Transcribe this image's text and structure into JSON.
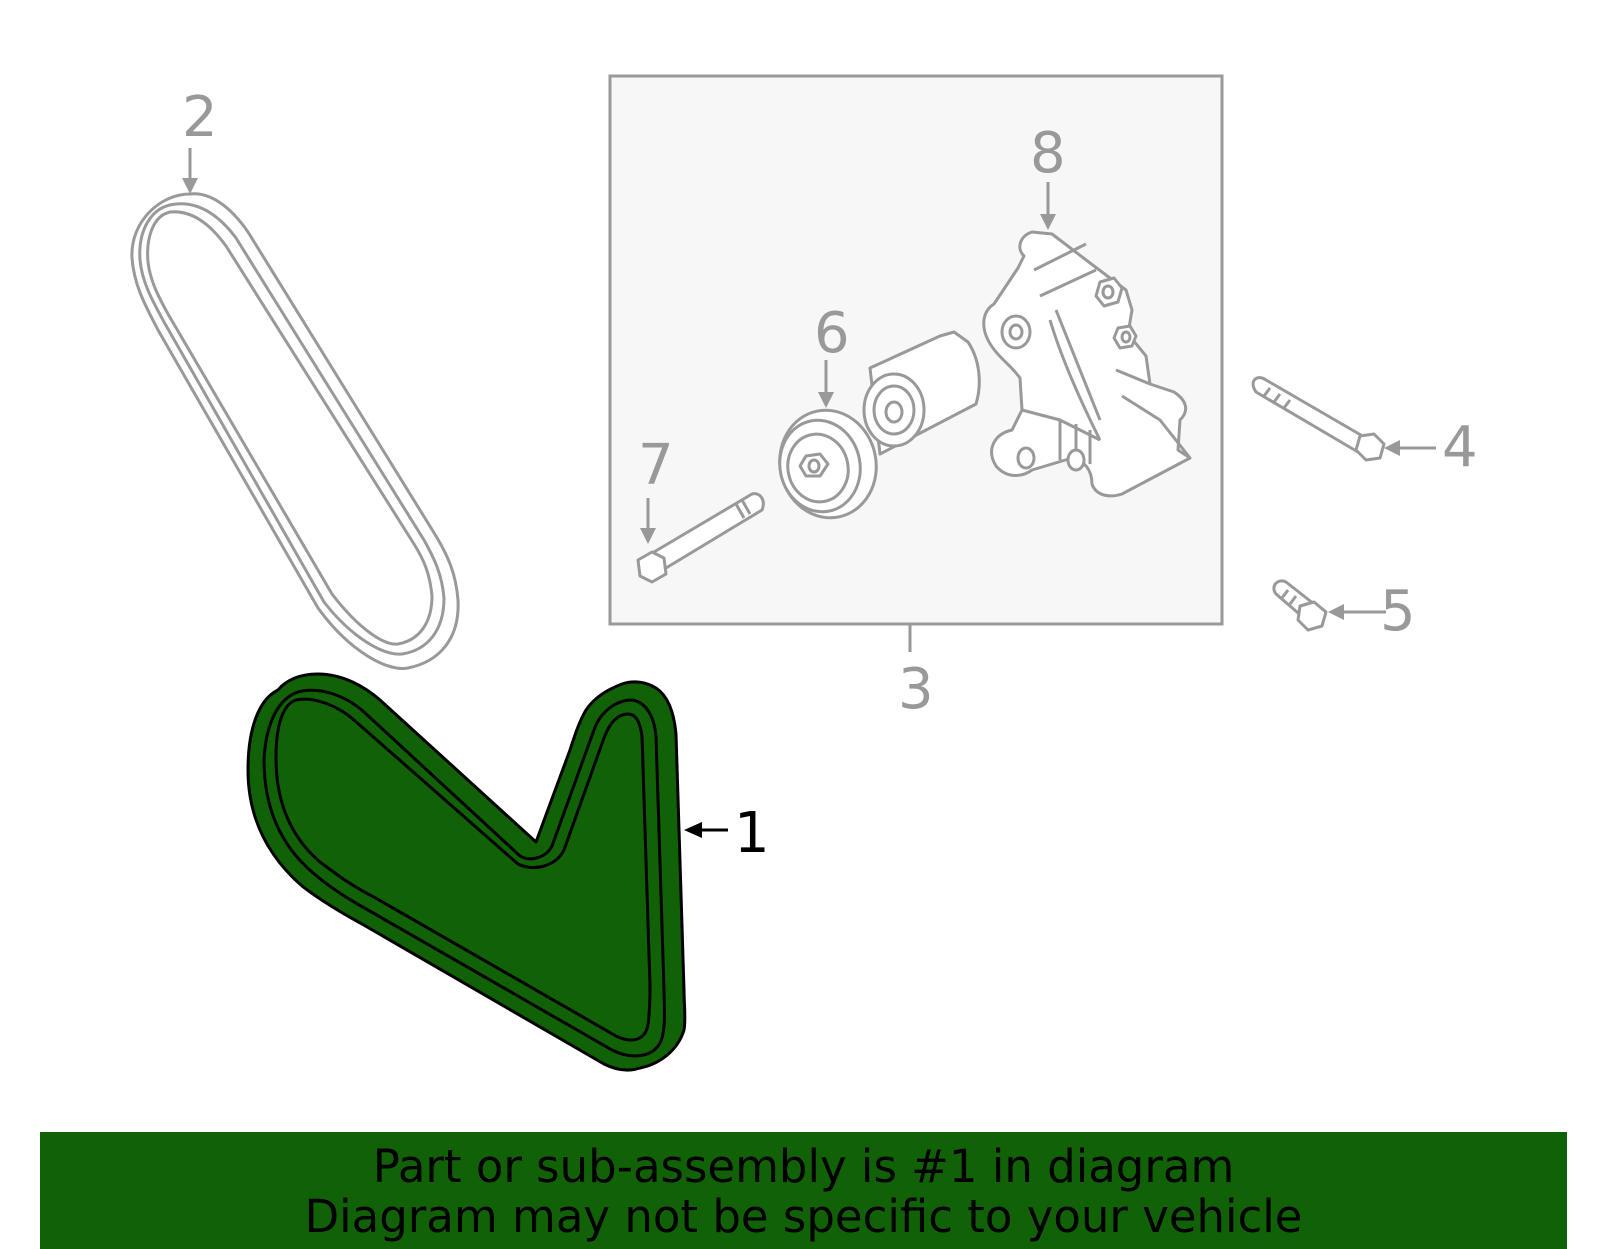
{
  "parts": [
    {
      "number": "1",
      "name": "belt-selected",
      "selected": true
    },
    {
      "number": "2",
      "name": "belt"
    },
    {
      "number": "3",
      "name": "tensioner-assembly-group"
    },
    {
      "number": "4",
      "name": "bolt"
    },
    {
      "number": "5",
      "name": "bolt-short"
    },
    {
      "number": "6",
      "name": "tensioner-pulley"
    },
    {
      "number": "7",
      "name": "pulley-bolt"
    },
    {
      "number": "8",
      "name": "tensioner-bracket"
    }
  ],
  "banner": {
    "line1": "Part or sub-assembly is #1 in diagram",
    "line2": "Diagram may not be specific to your vehicle"
  },
  "colors": {
    "highlight": "#116106",
    "outline_gray": "#999999",
    "box_fill": "#f7f7f7",
    "banner_bg": "#116106"
  }
}
